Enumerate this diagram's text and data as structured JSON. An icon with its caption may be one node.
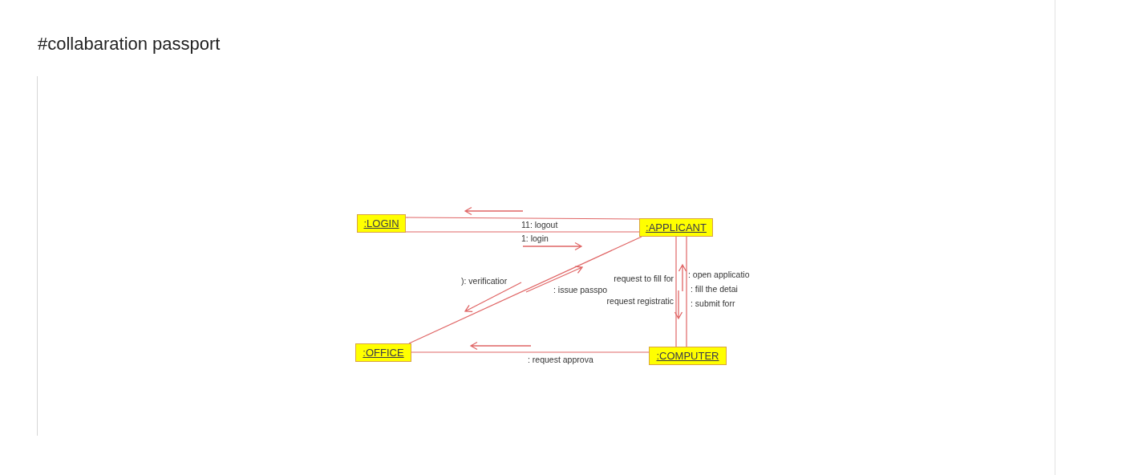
{
  "diagram": {
    "title": "#collabaration passport",
    "nodes": [
      {
        "text": [
          ":LOGIN"
        ]
      },
      {
        "text": [
          ":APPLICANT"
        ]
      },
      {
        "text": [
          ":OFFICE"
        ]
      },
      {
        "text": [
          ":COMPUTER"
        ]
      }
    ],
    "edges": [
      {
        "from": 0,
        "to": 1,
        "arrow": "none"
      },
      {
        "from": 0,
        "to": 1,
        "arrow": "none"
      },
      {
        "from": 1,
        "to": 2,
        "arrow": "none"
      },
      {
        "from": 3,
        "to": 2,
        "arrow": "none"
      },
      {
        "from": 1,
        "to": 3,
        "arrow": "none"
      },
      {
        "from": 1,
        "to": 3,
        "arrow": "none"
      }
    ],
    "labels": [
      "11: logout",
      "1: login",
      ": open applicatio",
      "request to fill for",
      "): verificatior",
      ": fill the detai",
      ": issue passpo",
      "request registratic",
      ": submit forr",
      ": request approva"
    ]
  }
}
